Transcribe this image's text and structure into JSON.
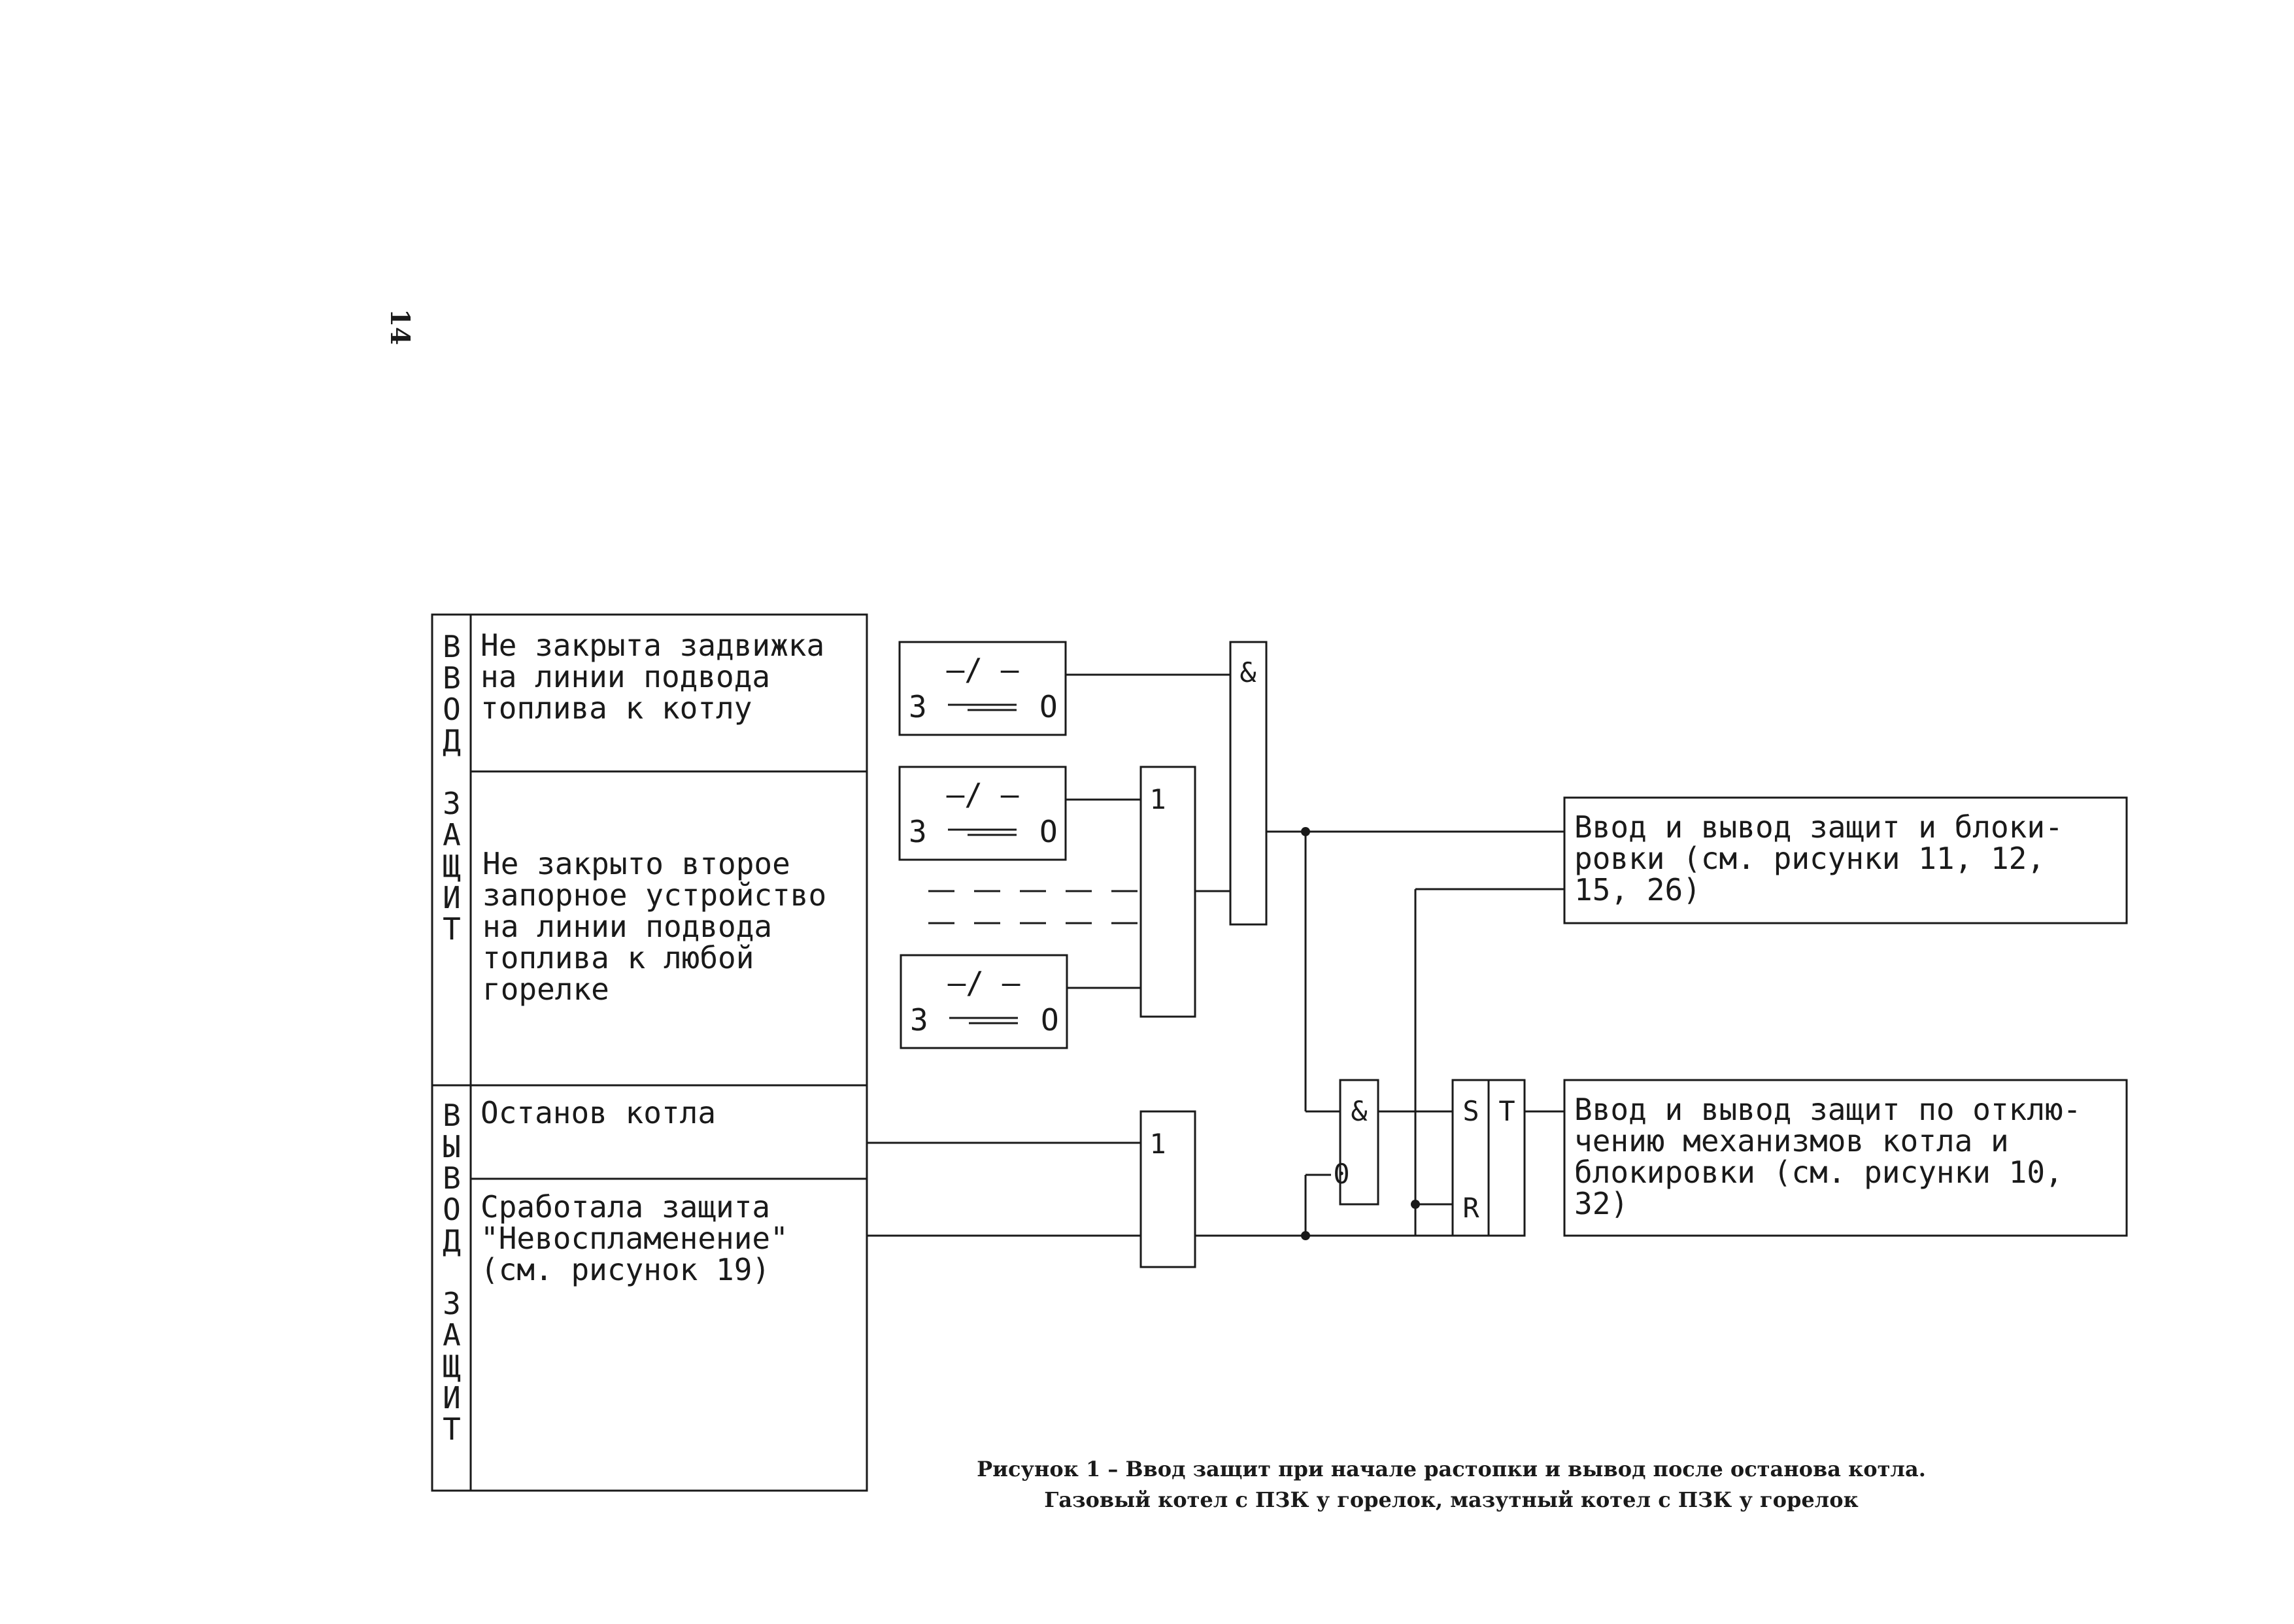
{
  "page_number": "14",
  "left_panel": {
    "enable_column": {
      "letters": [
        "В",
        "В",
        "О",
        "Д",
        "",
        "З",
        "А",
        "Щ",
        "И",
        "Т"
      ]
    },
    "disable_column": {
      "letters": [
        "В",
        "Ы",
        "В",
        "О",
        "Д",
        "",
        "З",
        "А",
        "Щ",
        "И",
        "Т"
      ]
    },
    "conditions": [
      {
        "lines": [
          "Не закрыта задвижка",
          "на линии подвода",
          "топлива к котлу"
        ]
      },
      {
        "lines": [
          "Не закрыто второе",
          "запорное устройство",
          "на линии подвода",
          "топлива к любой",
          "горелке"
        ]
      },
      {
        "lines": [
          "Останов котла"
        ]
      },
      {
        "lines": [
          "Сработала защита",
          "\"Невоспламенение\"",
          "(см. рисунок 19)"
        ]
      }
    ]
  },
  "switches": [
    {
      "top": "—/ —",
      "left": "З",
      "right": "О"
    },
    {
      "top": "—/ —",
      "left": "З",
      "right": "О"
    },
    {
      "top": "—/ —",
      "left": "З",
      "right": "О"
    }
  ],
  "gates": {
    "and_top": "&",
    "or_middle": "1",
    "or_bottom": "1",
    "and_bottom": "&",
    "inverted_input": "0",
    "trigger_s": "S",
    "trigger_r": "R",
    "trigger_t": "T"
  },
  "outputs": [
    {
      "lines": [
        "Ввод и вывод защит и блоки-",
        "ровки (см. рисунки 11, 12,",
        "15, 26)"
      ]
    },
    {
      "lines": [
        "Ввод и вывод защит по отклю-",
        "чению механизмов котла и",
        "блокировки (см. рисунки 10,",
        "32)"
      ]
    }
  ],
  "caption": {
    "line1": "Рисунок 1 – Ввод защит при начале растопки и вывод после останова котла.",
    "line2": "Газовый котел с ПЗК у горелок, мазутный котел с ПЗК у горелок"
  }
}
